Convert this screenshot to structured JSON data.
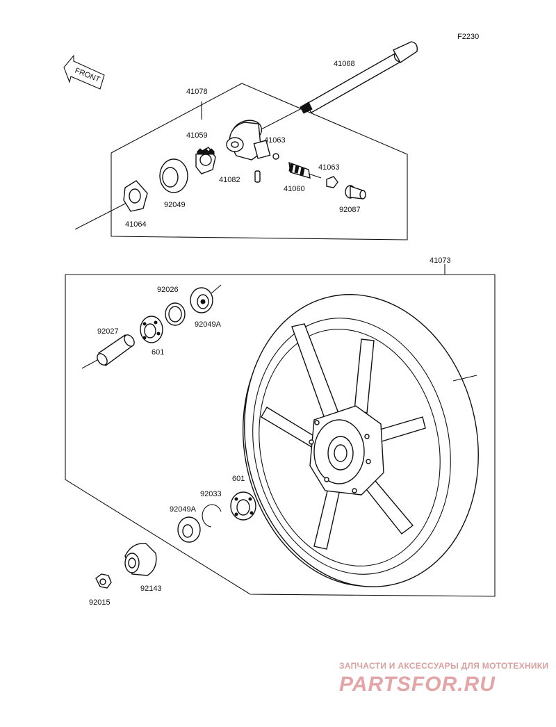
{
  "diagram": {
    "code": "F2230",
    "front_label": "FRONT",
    "parts": {
      "p41068": "41068",
      "p41078": "41078",
      "p41059": "41059",
      "p41063a": "41063",
      "p41063b": "41063",
      "p41082": "41082",
      "p41060": "41060",
      "p92049": "92049",
      "p92087": "92087",
      "p41064": "41064",
      "p41073": "41073",
      "p92026": "92026",
      "p92049A_top": "92049A",
      "p92027": "92027",
      "p601_top": "601",
      "p92033": "92033",
      "p601_bot": "601",
      "p92049A_bot": "92049A",
      "p92143": "92143",
      "p92015": "92015"
    }
  },
  "watermark": {
    "tagline": "ЗАПЧАСТИ И АКСЕССУАРЫ ДЛЯ МОТОТЕХНИКИ",
    "brand": "PARTSFOR.RU",
    "color": "#e3a5a5"
  }
}
